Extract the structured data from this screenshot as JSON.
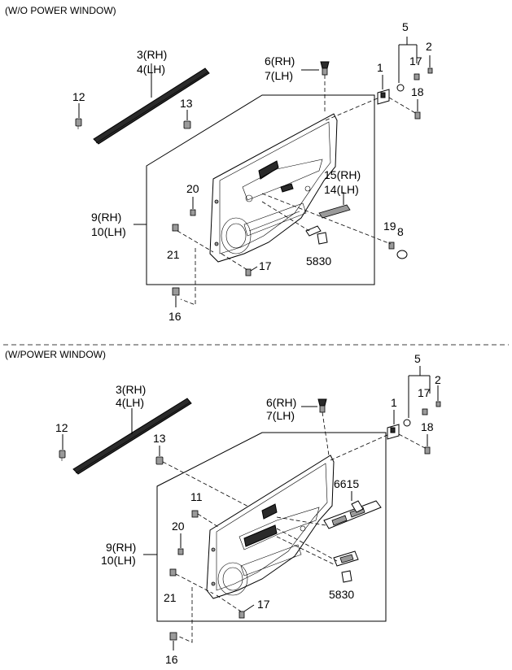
{
  "sections": [
    {
      "heading": "(W/O POWER WINDOW)",
      "labels": {
        "p1": "1",
        "p2": "2",
        "p5": "5",
        "p17a": "17",
        "p18": "18",
        "p3": "3(RH)",
        "p4": "4(LH)",
        "p6": "6(RH)",
        "p7": "7(LH)",
        "p12": "12",
        "p13": "13",
        "p15": "15(RH)",
        "p14": "14(LH)",
        "p20": "20",
        "p9": "9(RH)",
        "p10": "10(LH)",
        "p21": "21",
        "p19": "19",
        "p8": "8",
        "p5830": "5830",
        "p17b": "17",
        "p16": "16"
      }
    },
    {
      "heading": "(W/POWER WINDOW)",
      "labels": {
        "p1": "1",
        "p2": "2",
        "p5": "5",
        "p17a": "17",
        "p18": "18",
        "p3": "3(RH)",
        "p4": "4(LH)",
        "p6": "6(RH)",
        "p7": "7(LH)",
        "p12": "12",
        "p13": "13",
        "p6615": "6615",
        "p11": "11",
        "p20": "20",
        "p9": "9(RH)",
        "p10": "10(LH)",
        "p21": "21",
        "p5830": "5830",
        "p17b": "17",
        "p16": "16"
      }
    }
  ]
}
